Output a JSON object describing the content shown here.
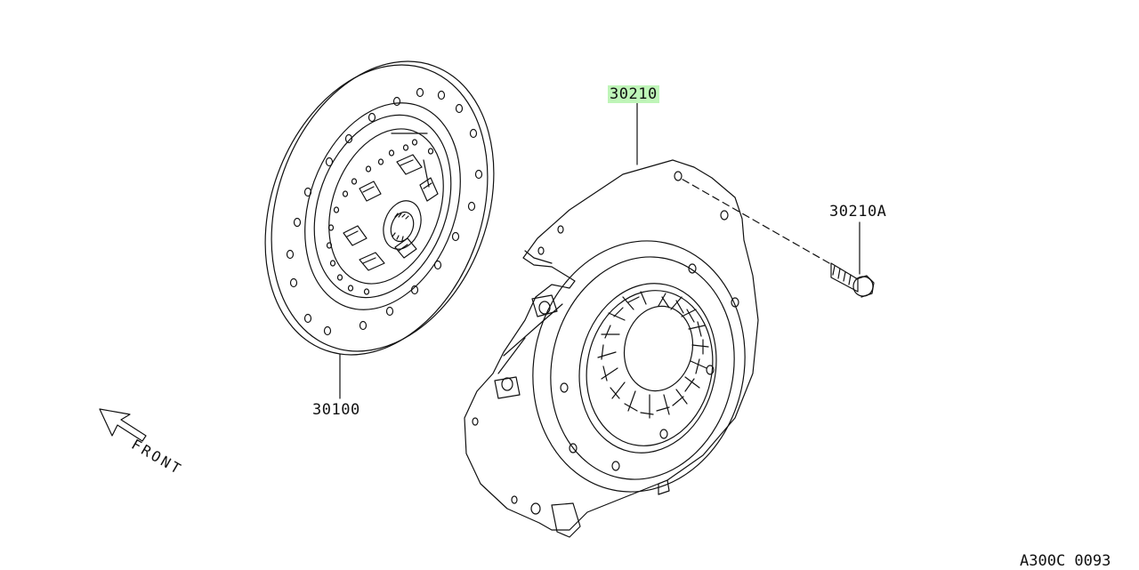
{
  "diagram": {
    "parts": [
      {
        "number": "30210",
        "highlighted": true
      },
      {
        "number": "30210A",
        "highlighted": false
      },
      {
        "number": "30100",
        "highlighted": false
      }
    ],
    "direction_label": "FRONT",
    "drawing_code": "A300C 0093",
    "highlight_color": "#bff5b8"
  }
}
